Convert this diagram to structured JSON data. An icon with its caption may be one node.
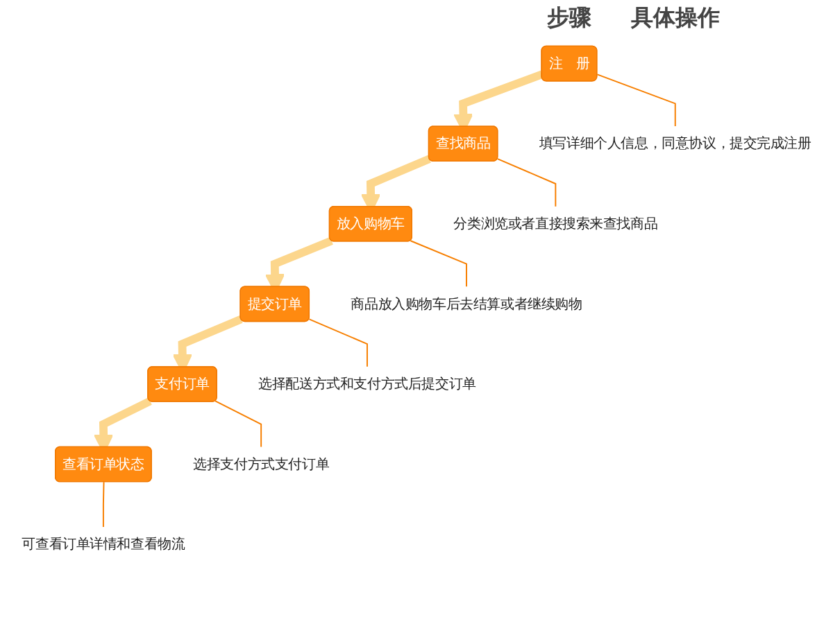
{
  "diagram": {
    "nodes": [
      {
        "text": [
          "注　册"
        ]
      },
      {
        "text": [
          "填写详细个人信息，同意协议，提交完成注册"
        ]
      },
      {
        "text": [
          "查找商品"
        ]
      },
      {
        "text": [
          "分类浏览或者直接搜索来查找商品"
        ]
      },
      {
        "text": [
          "放入购物车"
        ]
      },
      {
        "text": [
          "商品放入购物车后去结算或者继续购物"
        ]
      },
      {
        "text": [
          "提交订单"
        ]
      },
      {
        "text": [
          "选择配送方式和支付方式后提交订单"
        ]
      },
      {
        "text": [
          "支付订单"
        ]
      },
      {
        "text": [
          "选择支付方式支付订单"
        ]
      },
      {
        "text": [
          "查看订单状态"
        ]
      },
      {
        "text": [
          "可查看订单详情和查看物流"
        ]
      }
    ],
    "edges": [
      {
        "from": 0,
        "to": 1,
        "arrow": "none"
      },
      {
        "from": 0,
        "to": 2,
        "arrow": "to",
        "style": "thick",
        "color": "#fcd68c"
      },
      {
        "from": 2,
        "to": 3,
        "arrow": "none"
      },
      {
        "from": 2,
        "to": 4,
        "arrow": "to",
        "style": "thick",
        "color": "#fcd68c"
      },
      {
        "from": 4,
        "to": 5,
        "arrow": "none"
      },
      {
        "from": 4,
        "to": 6,
        "arrow": "to",
        "style": "thick",
        "color": "#fcd68c"
      },
      {
        "from": 6,
        "to": 7,
        "arrow": "none"
      },
      {
        "from": 6,
        "to": 8,
        "arrow": "to",
        "style": "thick",
        "color": "#fcd68c"
      },
      {
        "from": 8,
        "to": 9,
        "arrow": "none"
      },
      {
        "from": 8,
        "to": 10,
        "arrow": "to",
        "style": "thick",
        "color": "#fcd68c"
      },
      {
        "from": 10,
        "to": 11,
        "arrow": "none"
      }
    ],
    "labels": [
      "步骤",
      "具体操作"
    ]
  }
}
